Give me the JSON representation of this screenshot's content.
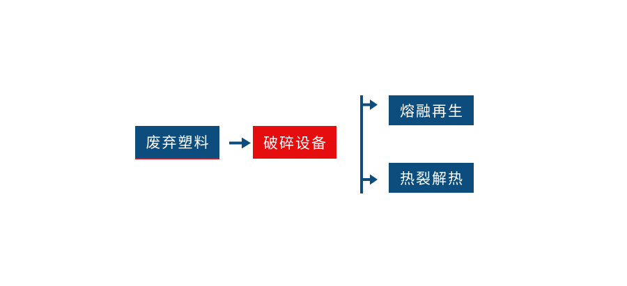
{
  "page": {
    "background": "#ffffff"
  },
  "diagram": {
    "type": "flowchart",
    "colors": {
      "blue": "#0d4d7d",
      "red": "#e50d0d",
      "label": "#ffffff"
    },
    "nodes": [
      {
        "label": "废弃塑料",
        "variant": "blue",
        "underline": "red"
      },
      {
        "label": "破碎设备",
        "variant": "red"
      },
      {
        "label": "熔融再生",
        "variant": "blue"
      },
      {
        "label": "热裂解热",
        "variant": "blue"
      }
    ],
    "connectors": [
      {
        "from": "废弃塑料",
        "to": "破碎设备",
        "type": "arrow-right"
      },
      {
        "from": "破碎设备",
        "to": "熔融再生",
        "type": "branch-arrow"
      },
      {
        "from": "破碎设备",
        "to": "热裂解热",
        "type": "branch-arrow"
      }
    ]
  }
}
